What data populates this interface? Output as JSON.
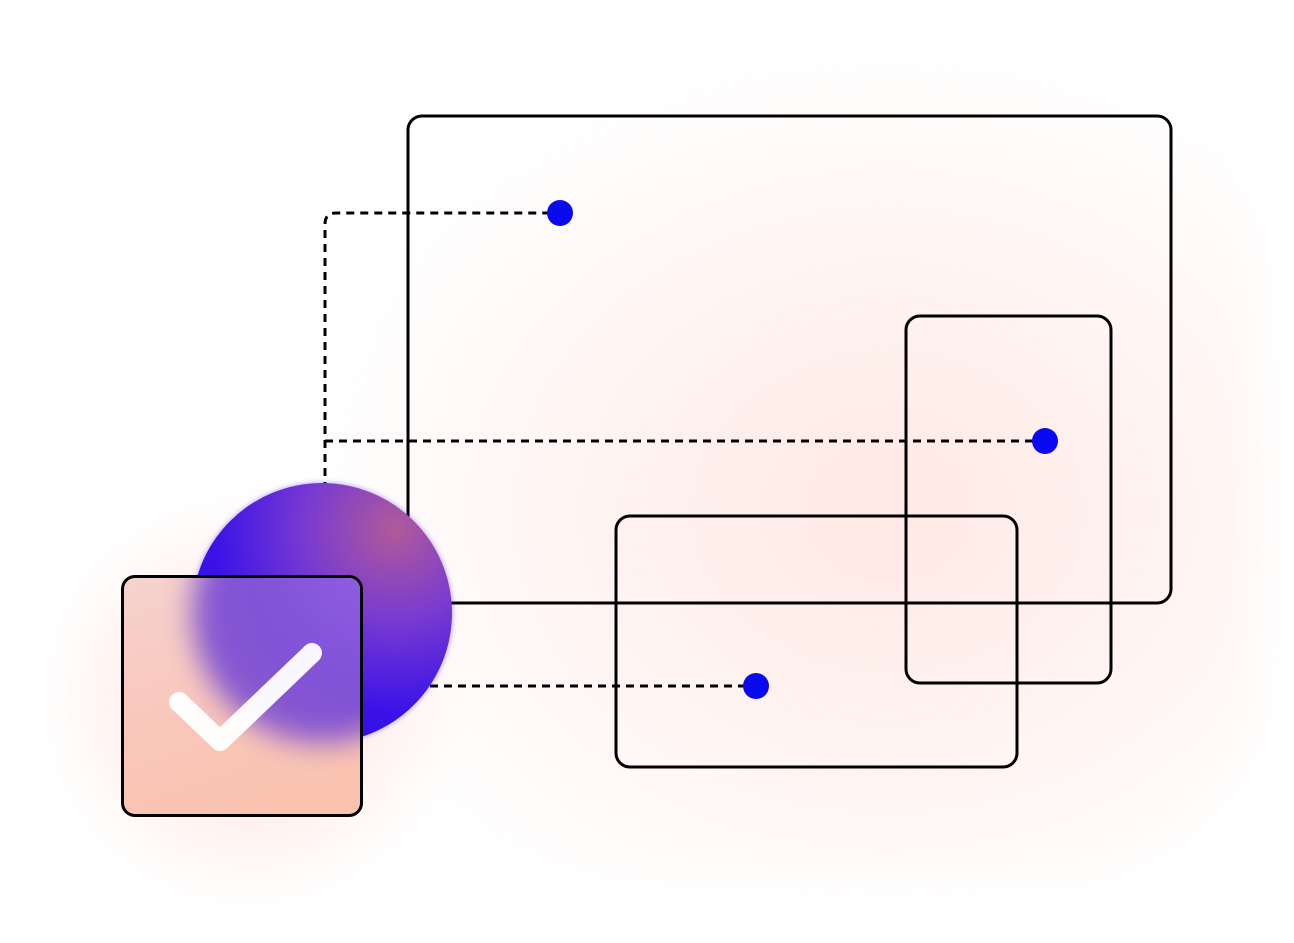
{
  "colors": {
    "outline": "#000000",
    "dot": "#0a0af0",
    "sphere": "#2a10ee",
    "glow": "#ffe1da",
    "check_card": "#f9c6b8",
    "check_mark": "#ffffff"
  },
  "icons": {
    "check": "checkmark-icon",
    "sphere": "gradient-sphere"
  },
  "panels": [
    {
      "name": "large-panel"
    },
    {
      "name": "tall-panel"
    },
    {
      "name": "wide-panel"
    }
  ],
  "connectors": [
    {
      "name": "connector-top",
      "style": "dashed"
    },
    {
      "name": "connector-middle",
      "style": "dashed"
    },
    {
      "name": "connector-bottom",
      "style": "dashed"
    }
  ]
}
